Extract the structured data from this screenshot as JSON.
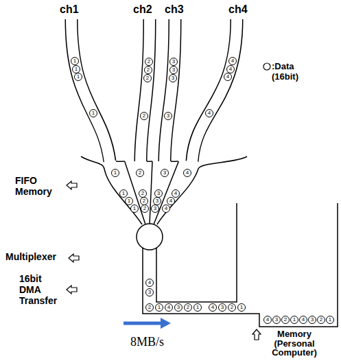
{
  "diagram": {
    "labels": [
      "ch1",
      "ch2",
      "ch3",
      "ch4",
      "FIFO Memory",
      "Multiplexer",
      "16bit DMA Transfer",
      "8MB/s",
      "Memory (Personal Computer)",
      "1",
      "1",
      "1",
      "1",
      "2",
      "2",
      "2",
      "2",
      "3",
      "3",
      "3",
      "3",
      "4",
      "4",
      "4",
      "4",
      "1",
      "2",
      "3",
      "4",
      "1",
      "1",
      "1",
      "2",
      "2",
      "2",
      "3",
      "3",
      "3",
      "4",
      "4",
      "4",
      "4",
      "3",
      "2",
      "1",
      "4",
      "3",
      "2",
      "1",
      "4",
      "3",
      "2",
      "1",
      "4",
      "3",
      "2",
      "1",
      "4",
      "3",
      "2",
      "1"
    ],
    "legend": [
      {
        "text": ":Data (16bit)"
      }
    ]
  }
}
